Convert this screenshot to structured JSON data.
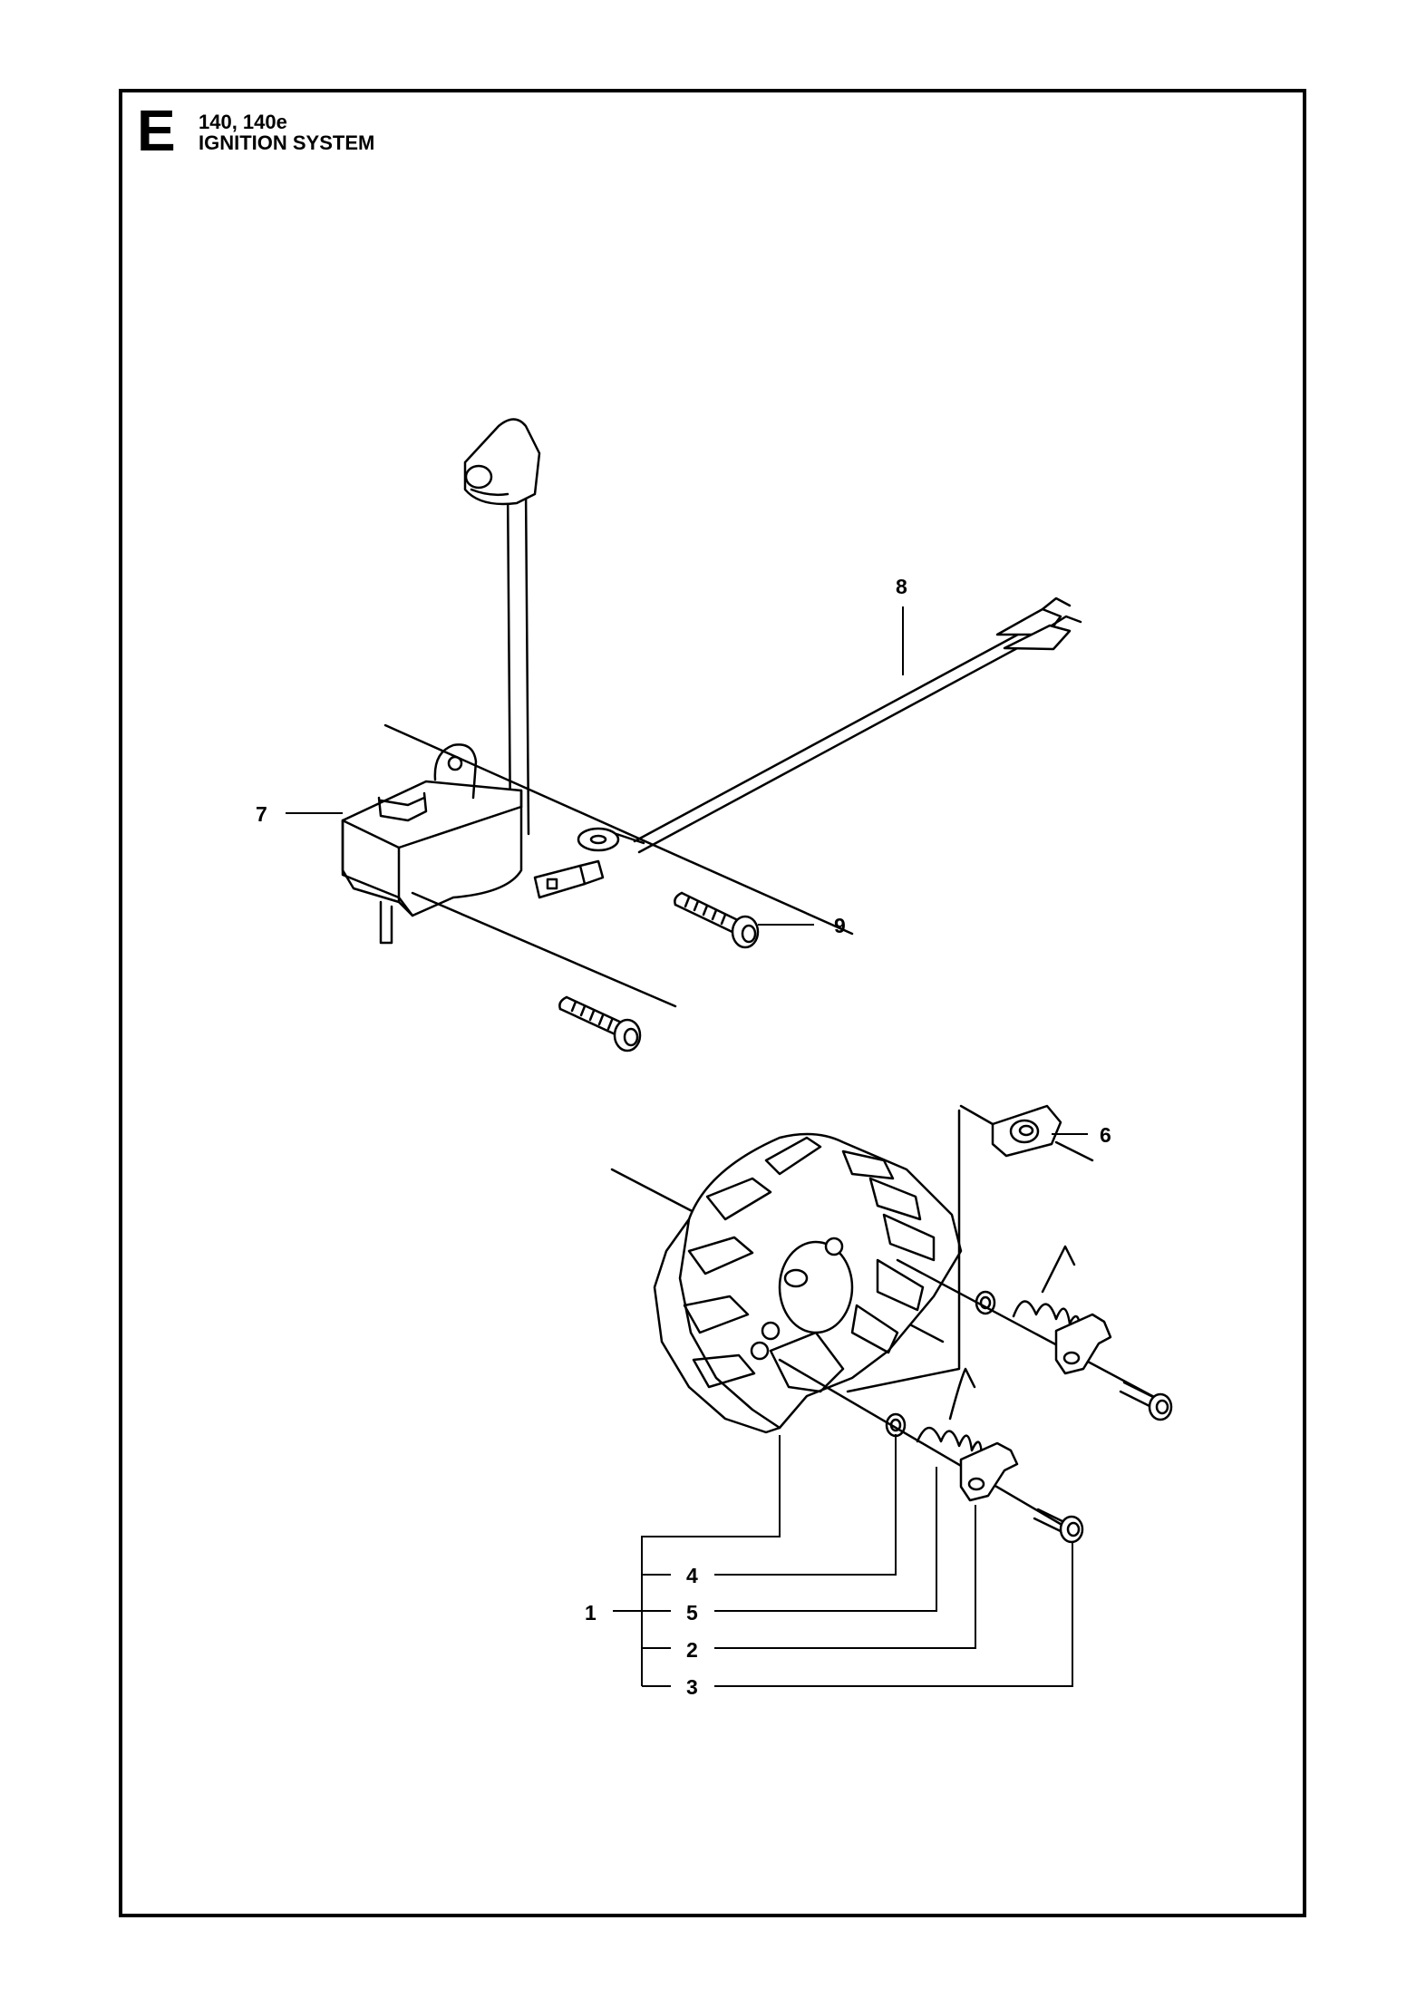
{
  "header": {
    "section_letter": "E",
    "models": "140, 140e",
    "title": "IGNITION SYSTEM"
  },
  "callouts": {
    "c1": "1",
    "c2": "2",
    "c3": "3",
    "c4": "4",
    "c5": "5",
    "c6": "6",
    "c7": "7",
    "c8": "8",
    "c9": "9"
  }
}
